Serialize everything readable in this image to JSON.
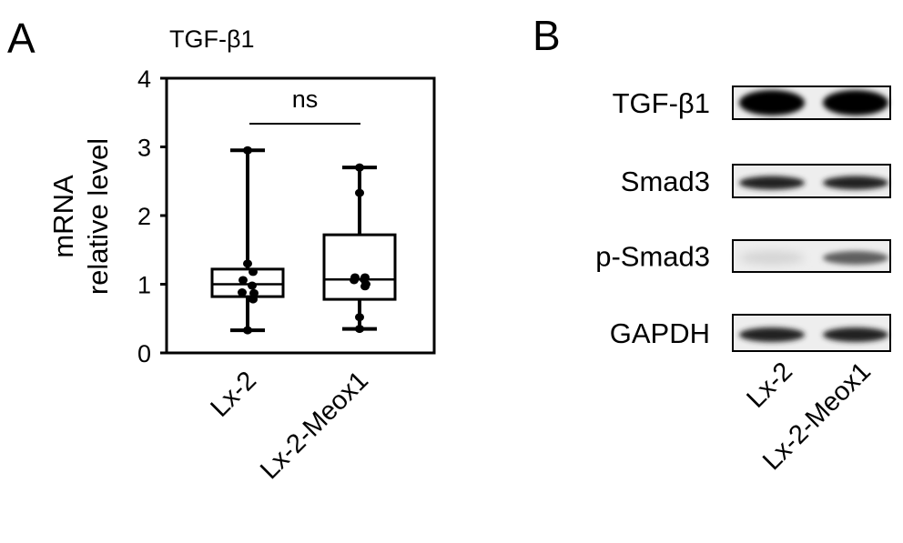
{
  "panel_a": {
    "letter": "A"
  },
  "panel_b": {
    "letter": "B"
  },
  "chart_data": [
    {
      "type": "box",
      "title": "TGF-β1",
      "ylabel_line1": "mRNA",
      "ylabel_line2": "relative level",
      "ylim": [
        0,
        4
      ],
      "yticks": [
        "0",
        "1",
        "2",
        "3",
        "4"
      ],
      "categories": [
        "Lx-2",
        "Lx-2-Meox1"
      ],
      "significance": "ns",
      "boxes": [
        {
          "name": "Lx-2",
          "min": 0.33,
          "q1": 0.82,
          "median": 1.0,
          "q3": 1.22,
          "max": 2.95,
          "points": [
            2.95,
            1.3,
            1.18,
            1.06,
            0.98,
            0.88,
            0.87,
            0.78,
            0.33
          ]
        },
        {
          "name": "Lx-2-Meox1",
          "min": 0.35,
          "q1": 0.78,
          "median": 1.07,
          "q3": 1.72,
          "max": 2.7,
          "points": [
            2.7,
            2.33,
            1.1,
            1.1,
            1.07,
            1.06,
            1.0,
            0.97,
            0.52,
            0.35
          ]
        }
      ]
    },
    {
      "type": "western-blot",
      "rows": [
        "TGF-β1",
        "Smad3",
        "p-Smad3",
        "GAPDH"
      ],
      "lanes": [
        "Lx-2",
        "Lx-2-Meox1"
      ],
      "relative_intensity": [
        [
          1.0,
          1.0
        ],
        [
          0.85,
          0.85
        ],
        [
          0.1,
          0.6
        ],
        [
          0.85,
          0.85
        ]
      ]
    }
  ]
}
